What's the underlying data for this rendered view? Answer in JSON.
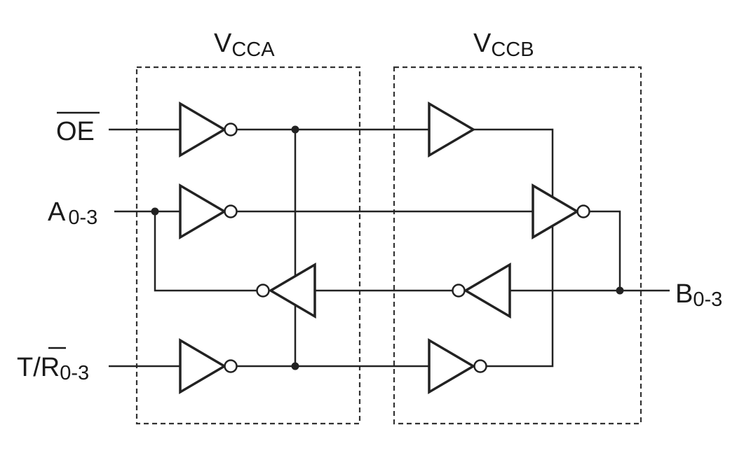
{
  "domains": {
    "left": {
      "label_main": "V",
      "label_sub": "CCA"
    },
    "right": {
      "label_main": "V",
      "label_sub": "CCB"
    }
  },
  "pins": {
    "oe": {
      "text": "OE",
      "overbar": true
    },
    "a": {
      "main": "A",
      "sub": "0-3"
    },
    "tr": {
      "prefix": "T/",
      "bar_letter": "R",
      "sub": "0-3"
    },
    "b": {
      "main": "B",
      "sub": "0-3"
    }
  }
}
